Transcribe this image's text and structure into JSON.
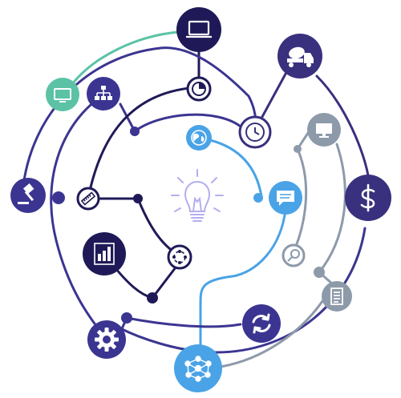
{
  "colors": {
    "navy": "#1f1a57",
    "indigo": "#3b3591",
    "purple": "#39307e",
    "sky": "#4aa3e6",
    "teal": "#5cc2a6",
    "gray": "#8d9aaa",
    "bulb": "#b3aef0"
  },
  "nodes": [
    {
      "id": "laptop",
      "icon": "laptop-icon"
    },
    {
      "id": "tv-teal",
      "icon": "monitor-icon"
    },
    {
      "id": "hierarchy",
      "icon": "org-chart-icon"
    },
    {
      "id": "pie",
      "icon": "pie-chart-icon"
    },
    {
      "id": "truck",
      "icon": "cement-truck-icon"
    },
    {
      "id": "clock",
      "icon": "clock-icon"
    },
    {
      "id": "globe",
      "icon": "globe-icon"
    },
    {
      "id": "monitor-gray",
      "icon": "monitor-icon"
    },
    {
      "id": "dollar",
      "icon": "dollar-icon"
    },
    {
      "id": "gavel",
      "icon": "gavel-icon"
    },
    {
      "id": "ruler",
      "icon": "ruler-icon"
    },
    {
      "id": "chat",
      "icon": "chat-bubble-icon"
    },
    {
      "id": "barchart",
      "icon": "bar-chart-icon"
    },
    {
      "id": "cycle",
      "icon": "cycle-icon"
    },
    {
      "id": "magnifier",
      "icon": "magnifier-icon"
    },
    {
      "id": "document",
      "icon": "document-icon"
    },
    {
      "id": "refresh",
      "icon": "refresh-icon"
    },
    {
      "id": "gear",
      "icon": "gear-icon"
    },
    {
      "id": "network",
      "icon": "network-people-icon"
    },
    {
      "id": "lightbulb",
      "icon": "lightbulb-icon"
    }
  ]
}
